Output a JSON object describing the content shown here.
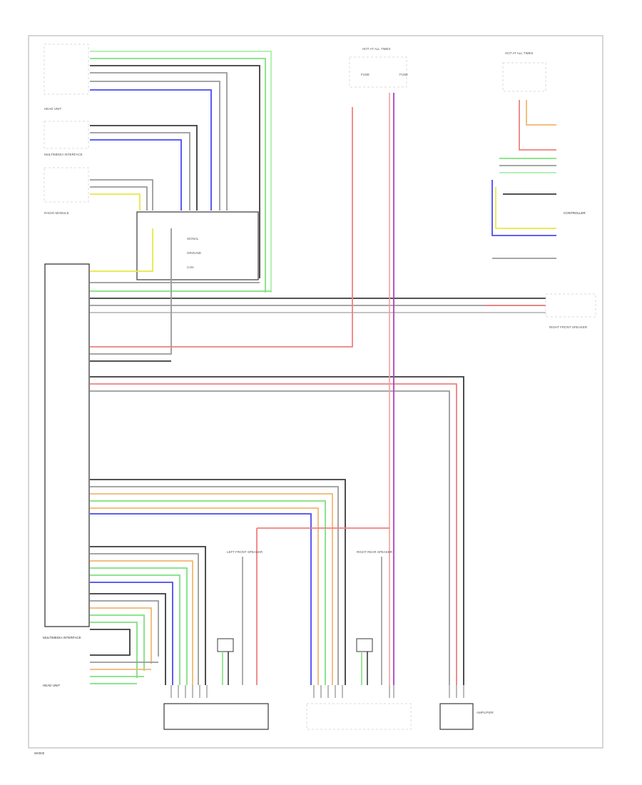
{
  "diagram": {
    "colors": {
      "black": "#3a3a3a",
      "gray": "#9a9a9a",
      "green": "#7fe07f",
      "blue": "#4a4af0",
      "yellow": "#e8e84a",
      "red": "#f08080",
      "orange": "#f0b870",
      "violet": "#b040c0",
      "pink": "#f0a0a0"
    },
    "labels": {
      "hot_at_all_times_top": "HOT AT ALL TIMES",
      "hot_at_all_times_right": "HOT AT ALL TIMES",
      "fuse_block_left": "FUSE",
      "fuse_block_mid": "FUSE",
      "controller": "CONTROLLER",
      "left_module_a": "HEAD UNIT",
      "left_module_b": "MULTIMEDIA INTERFACE",
      "left_module_c": "RADIO MODULE",
      "main_module": "MULTIMEDIA INTERFACE",
      "main_module_sub": "HEAD UNIT",
      "right_speaker": "RIGHT FRONT SPEAKER",
      "left_speaker": "LEFT FRONT SPEAKER",
      "rear_right": "RIGHT REAR SPEAKER",
      "amp": "AMPLIFIER",
      "page_code": "W0000"
    }
  }
}
